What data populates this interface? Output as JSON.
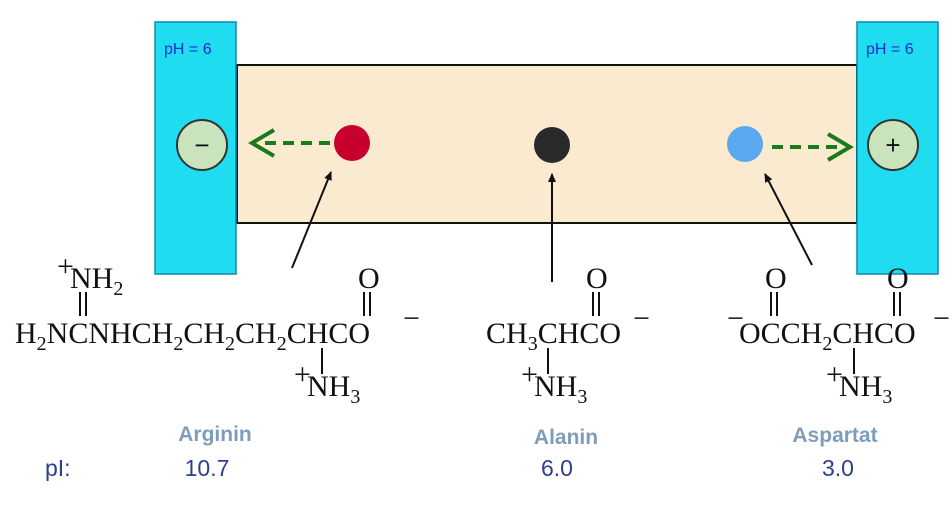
{
  "electrodes": {
    "left": {
      "ph_label": "pH = 6",
      "sign": "−"
    },
    "right": {
      "ph_label": "pH = 6",
      "sign": "+"
    }
  },
  "colors": {
    "electrode": "#1fdcf0",
    "gel": "#faebd0",
    "arrow_dashed": "#1b7a1b",
    "arginine_dot": "#c8002e",
    "alanine_dot": "#2a2a2a",
    "aspartate_dot": "#5aa8ef",
    "sign_circle": "#c9e3bd"
  },
  "structures": {
    "arginine": {
      "side_group_top": "NH",
      "side_group_top_sub": "2",
      "main_parts": [
        "H",
        "2",
        "NCNHCH",
        "2",
        "CH",
        "2",
        "CH",
        "2",
        "CHCO"
      ],
      "carbonyl_o": "O",
      "ammonium": "NH",
      "ammonium_sub": "3"
    },
    "alanine": {
      "main_parts": [
        "CH",
        "3",
        "CHCO"
      ],
      "carbonyl_o": "O",
      "ammonium": "NH",
      "ammonium_sub": "3"
    },
    "aspartate": {
      "main_parts": [
        "OCCH",
        "2",
        "CHCO"
      ],
      "carbonyl_o_left": "O",
      "carbonyl_o_right": "O",
      "ammonium": "NH",
      "ammonium_sub": "3"
    }
  },
  "names": {
    "arginine": "Arginin",
    "alanine": "Alanin",
    "aspartate": "Aspartat"
  },
  "pI": {
    "label": "pI:",
    "arginine": "10.7",
    "alanine": "6.0",
    "aspartate": "3.0"
  }
}
